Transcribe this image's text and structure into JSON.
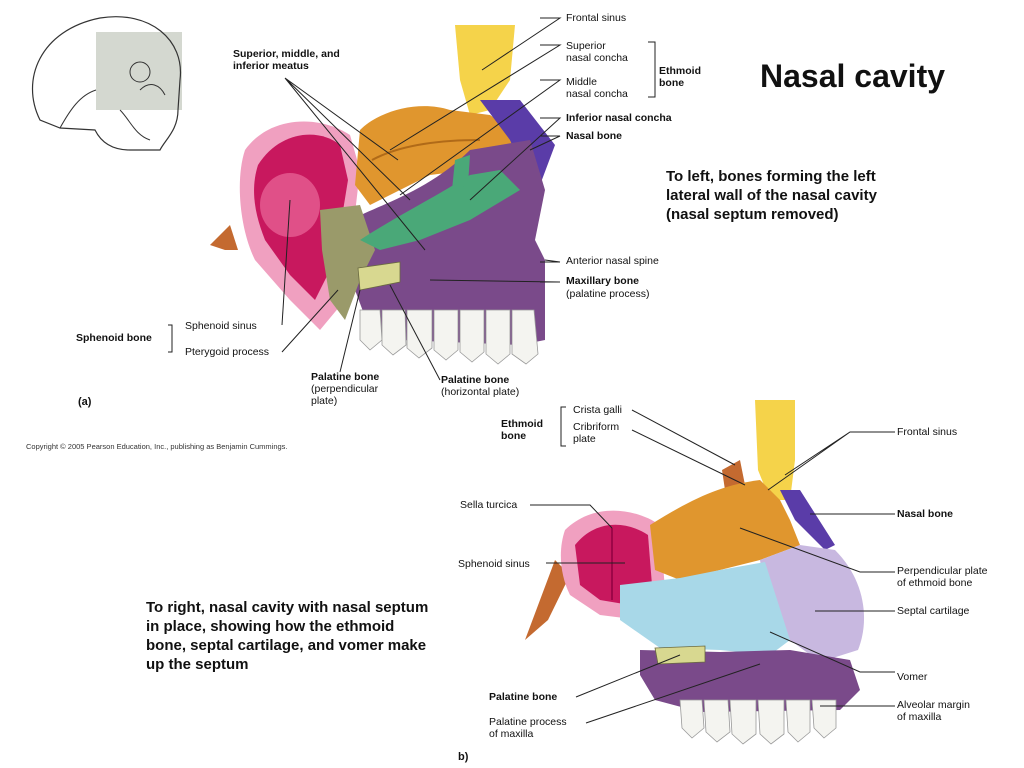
{
  "title": "Nasal cavity",
  "desc_a": [
    "To left, bones forming the left",
    "lateral wall of the nasal cavity",
    "(nasal septum removed)"
  ],
  "desc_b": [
    "To right, nasal cavity with nasal septum",
    "in place, showing how the ethmoid",
    "bone, septal cartilage, and vomer make",
    "up the septum"
  ],
  "copyright": "Copyright © 2005 Pearson Education, Inc., publishing as Benjamin Cummings.",
  "panel_a": {
    "tag": "(a)",
    "frontal_sinus": "Frontal sinus",
    "superior_concha": [
      "Superior",
      "nasal concha"
    ],
    "middle_concha": [
      "Middle",
      "nasal concha"
    ],
    "ethmoid_bone": [
      "Ethmoid",
      "bone"
    ],
    "inferior_concha": "Inferior nasal concha",
    "nasal_bone": "Nasal bone",
    "meatus": [
      "Superior, middle, and",
      "inferior meatus"
    ],
    "anterior_spine": "Anterior nasal spine",
    "maxillary_bone": "Maxillary bone",
    "palatine_process": "(palatine process)",
    "sphenoid_bone": "Sphenoid bone",
    "sphenoid_sinus": "Sphenoid sinus",
    "pterygoid": "Pterygoid process",
    "palatine_perp": [
      "Palatine bone",
      "(perpendicular",
      "plate)"
    ],
    "palatine_horiz": [
      "Palatine bone",
      "(horizontal plate)"
    ]
  },
  "panel_b": {
    "tag": "b)",
    "ethmoid_bone": [
      "Ethmoid",
      "bone"
    ],
    "crista_galli": "Crista galli",
    "cribriform": [
      "Cribriform",
      "plate"
    ],
    "frontal_sinus": "Frontal sinus",
    "sella_turcica": "Sella turcica",
    "nasal_bone": "Nasal bone",
    "sphenoid_sinus": "Sphenoid sinus",
    "perp_plate": [
      "Perpendicular plate",
      "of ethmoid bone"
    ],
    "septal_cartilage": "Septal cartilage",
    "vomer": "Vomer",
    "palatine_bone": "Palatine bone",
    "alveolar": [
      "Alveolar margin",
      "of maxilla"
    ],
    "palatine_process": [
      "Palatine process",
      "of maxilla"
    ]
  },
  "colors": {
    "frontal": "#f5d34a",
    "ethmoid": "#e0962e",
    "sphenoid": "#c8185e",
    "sphenoid_pink": "#f0a0c0",
    "inferior_concha": "#4aa878",
    "nasal_bone": "#5a3ca8",
    "maxilla": "#7a4a8a",
    "palatine": "#9a9a6a",
    "vomer": "#a8d8e8",
    "septal": "#c8b8e0",
    "tooth": "#f4f4f0"
  }
}
